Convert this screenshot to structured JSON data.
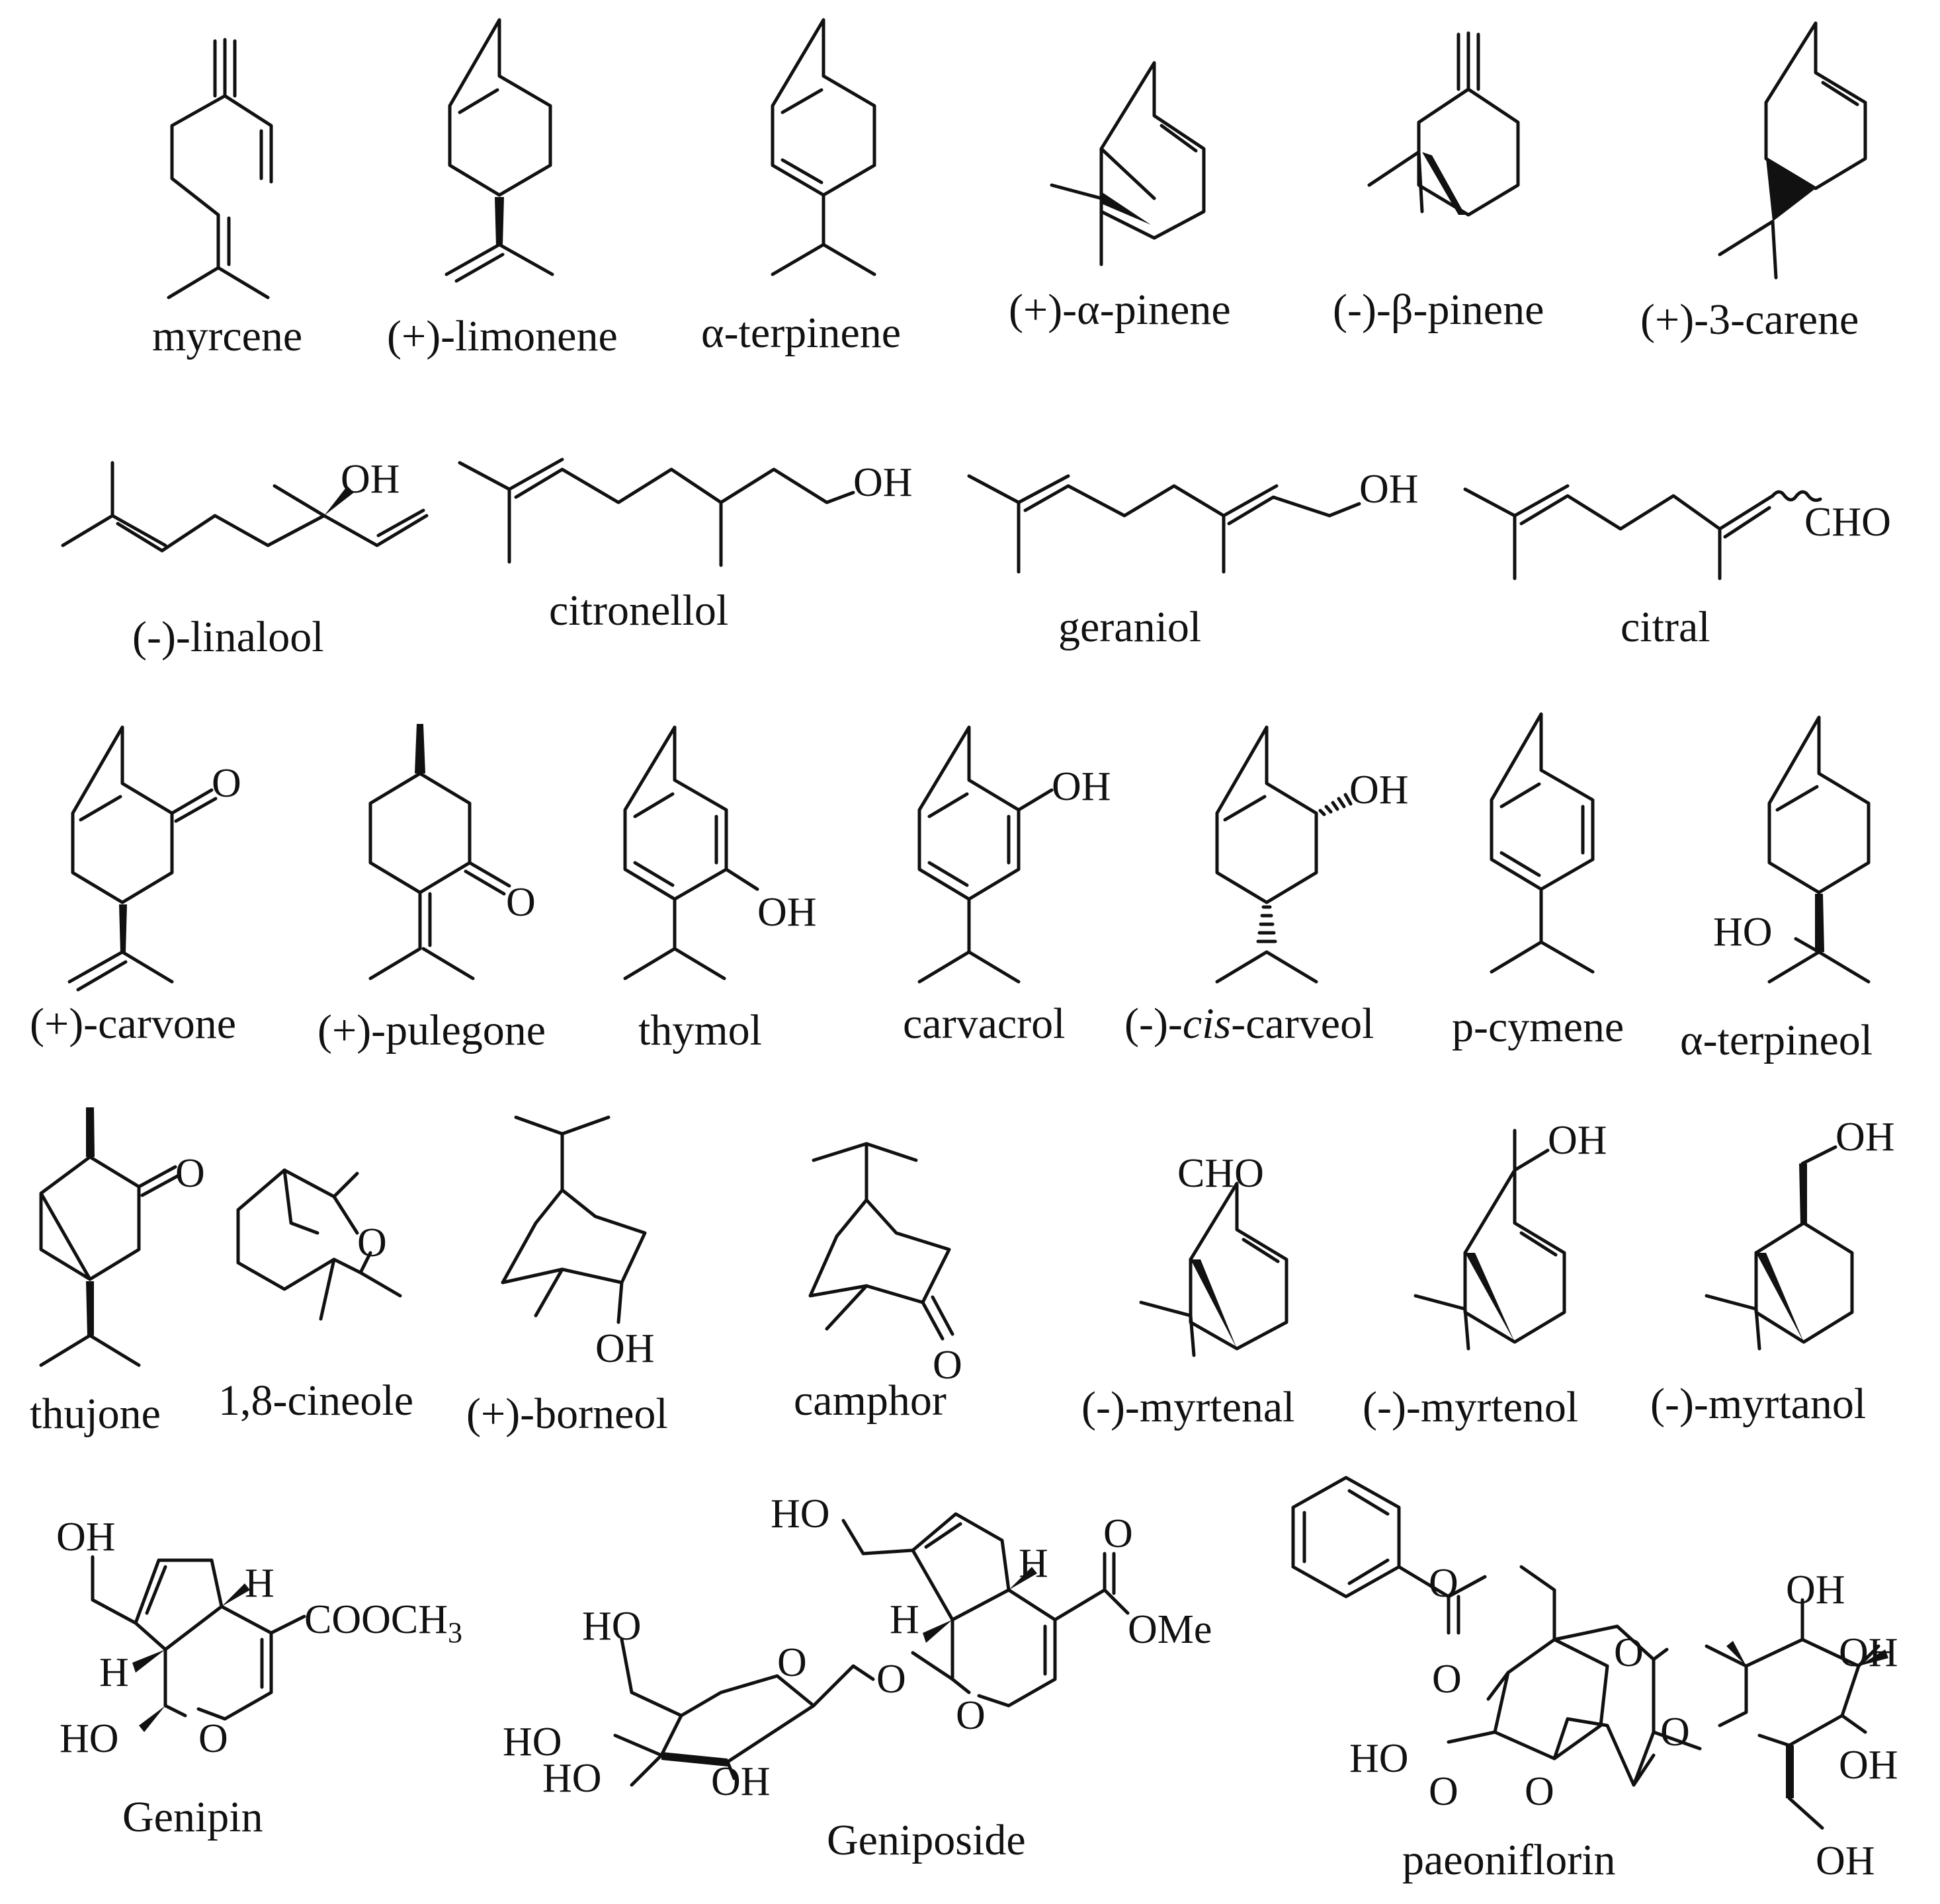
{
  "compounds": [
    {
      "id": "myrcene",
      "name": "myrcene"
    },
    {
      "id": "limonene",
      "name": "(+)-limonene"
    },
    {
      "id": "aterpinene",
      "name": "α-terpinene"
    },
    {
      "id": "apinene",
      "name": "(+)-α-pinene"
    },
    {
      "id": "bpinene",
      "name": "(-)-β-pinene"
    },
    {
      "id": "carene",
      "name": "(+)-3-carene"
    },
    {
      "id": "linalool",
      "name": "(-)-linalool"
    },
    {
      "id": "citronellol",
      "name": "citronellol"
    },
    {
      "id": "geraniol",
      "name": "geraniol"
    },
    {
      "id": "citral",
      "name": "citral"
    },
    {
      "id": "carvone",
      "name": "(+)-carvone"
    },
    {
      "id": "pulegone",
      "name": "(+)-pulegone"
    },
    {
      "id": "thymol",
      "name": "thymol"
    },
    {
      "id": "carvacrol",
      "name": "carvacrol"
    },
    {
      "id": "carveol",
      "name_prefix": "(-)-",
      "name_italic": "cis",
      "name_suffix": "-carveol"
    },
    {
      "id": "pcymene",
      "name": "p-cymene"
    },
    {
      "id": "aterpineol",
      "name": "α-terpineol"
    },
    {
      "id": "thujone",
      "name": "thujone"
    },
    {
      "id": "cineole",
      "name": "1,8-cineole"
    },
    {
      "id": "borneol",
      "name": "(+)-borneol"
    },
    {
      "id": "camphor",
      "name": "camphor"
    },
    {
      "id": "myrtenal",
      "name": "(-)-myrtenal"
    },
    {
      "id": "myrtenol",
      "name": "(-)-myrtenol"
    },
    {
      "id": "myrtanol",
      "name": "(-)-myrtanol"
    },
    {
      "id": "genipin",
      "name": "Genipin"
    },
    {
      "id": "geniposide",
      "name": "Geniposide"
    },
    {
      "id": "paeoniflorin",
      "name": "paeoniflorin"
    }
  ],
  "atoms": {
    "OH": "OH",
    "HO": "HO",
    "O": "O",
    "H": "H",
    "CHO": "CHO",
    "COOCH": "COOCH",
    "sub3": "3",
    "OMe": "OMe"
  }
}
